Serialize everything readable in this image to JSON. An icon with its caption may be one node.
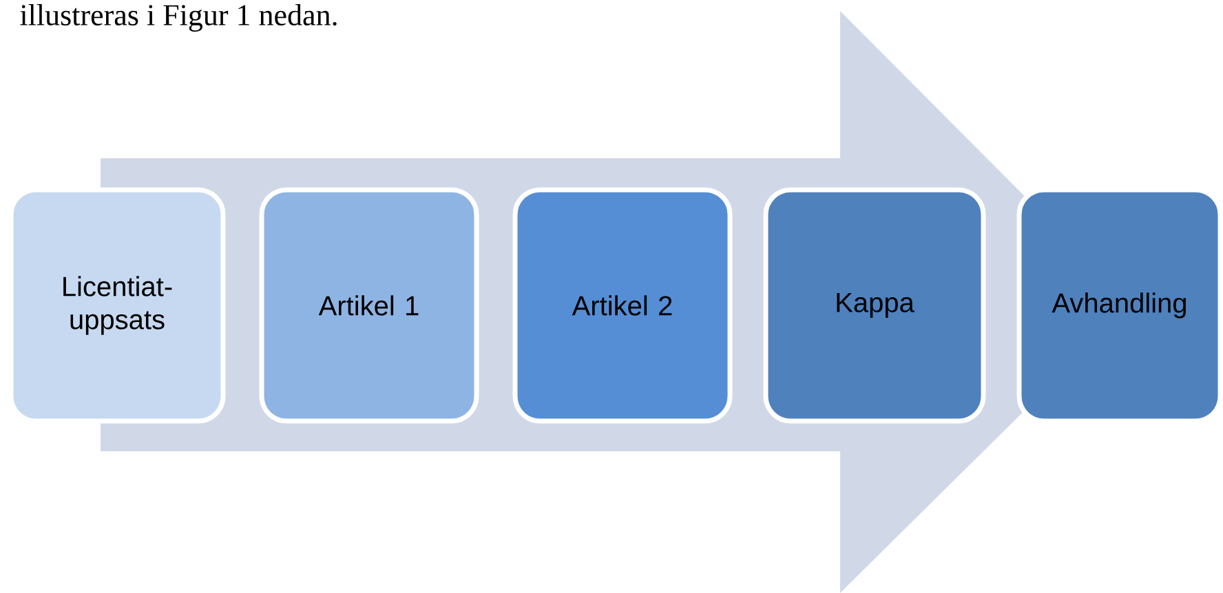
{
  "diagram": {
    "nodes": [
      {
        "text": [
          "Licentiat- uppsats"
        ]
      },
      {
        "text": [
          "Artikel 1"
        ]
      },
      {
        "text": [
          "Artikel 2"
        ]
      },
      {
        "text": [
          "Kappa"
        ]
      },
      {
        "text": [
          "Avhandling"
        ]
      }
    ],
    "edges": [
      {
        "from": 0,
        "to": 4,
        "arrow": "to"
      }
    ],
    "labels": [
      "illustreras i Figur 1 nedan."
    ]
  }
}
